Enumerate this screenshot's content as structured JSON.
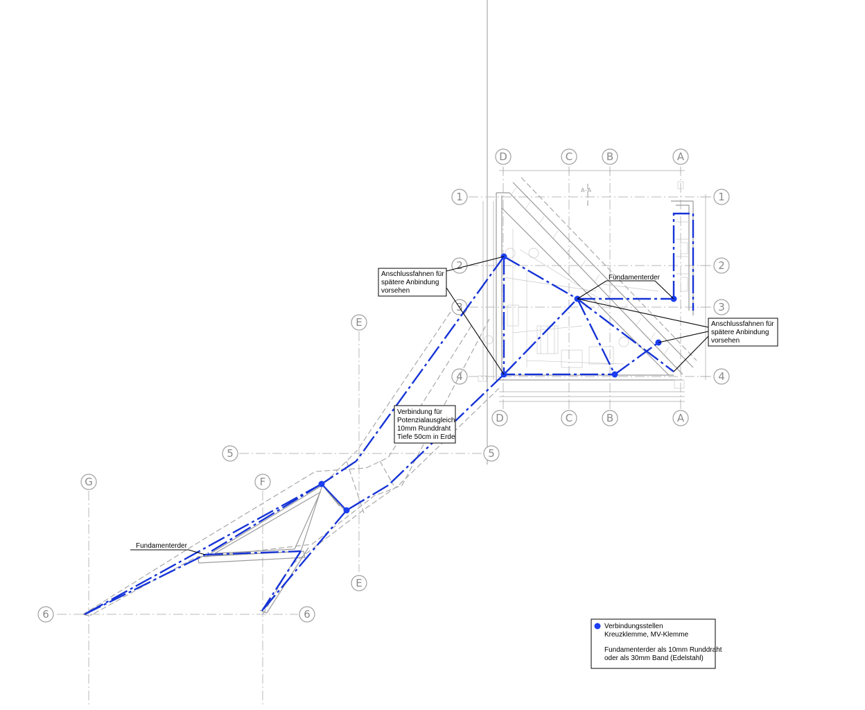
{
  "axes": {
    "letters": [
      "D",
      "C",
      "B",
      "A",
      "E",
      "F",
      "G"
    ],
    "numbers": [
      "1",
      "2",
      "3",
      "4",
      "5",
      "6"
    ]
  },
  "section_mark": "A–A",
  "callouts": {
    "anschluss_left": [
      "Anschlussfahnen für",
      "spätere Anbindung",
      "vorsehen"
    ],
    "anschluss_right": [
      "Anschlussfahnen für",
      "spätere Anbindung",
      "vorsehen"
    ],
    "verbindung": [
      "Verbindung für",
      "Potenzialausgleich",
      "10mm Runddraht",
      "Tiefe 50cm in Erde"
    ],
    "fundamenterder_top": "Fundamenterder",
    "fundamenterder_left": "Fundamenterder"
  },
  "legend": {
    "line1": "Verbindungsstellen",
    "line2": "Kreuzklemme, MV-Klemme",
    "line3": "Fundamenterder als 10mm Runddraht",
    "line4": "oder als 30mm Band (Edelstahl)"
  },
  "colors": {
    "earth_conductor": "#1533d6",
    "node": "#1a3ef0",
    "grid": "#b8b8b8"
  }
}
